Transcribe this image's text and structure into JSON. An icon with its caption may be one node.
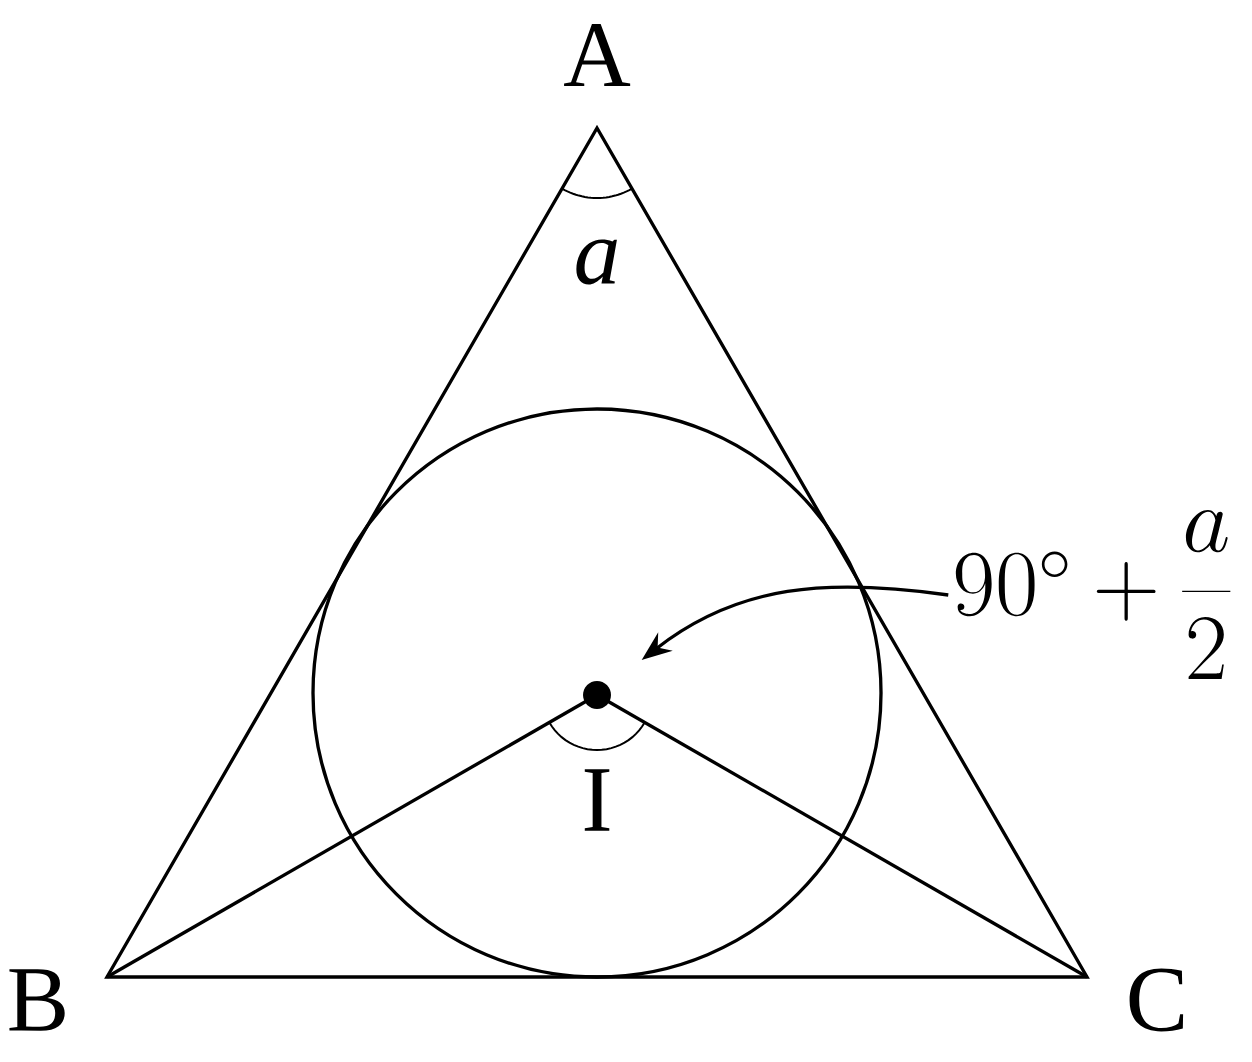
{
  "diagram": {
    "nodes": [
      {
        "text": [
          "90^\\circ+\\dfrac{a}{2}"
        ]
      },
      {
        "text": [],
        "shape": "arc"
      }
    ],
    "edges": [
      {
        "from": 0,
        "to": 1,
        "arrow": "to"
      }
    ],
    "labels": [
      "A",
      "a",
      "I",
      "B",
      "C"
    ]
  }
}
